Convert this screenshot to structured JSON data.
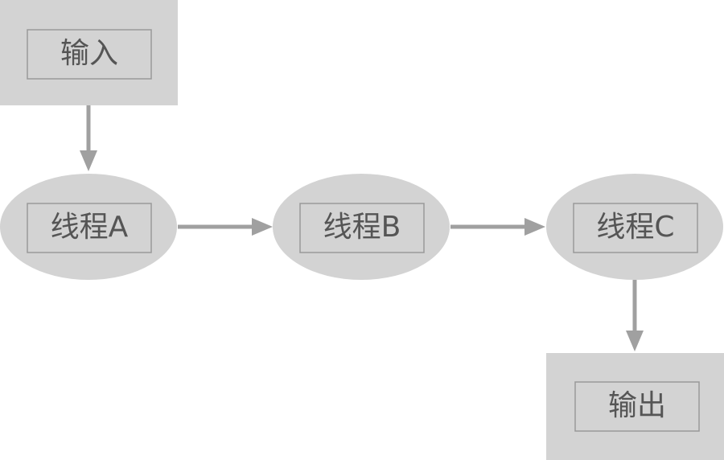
{
  "diagram": {
    "input_label": "输入",
    "thread_a_label": "线程A",
    "thread_b_label": "线程B",
    "thread_c_label": "线程C",
    "output_label": "输出"
  },
  "colors": {
    "node_fill": "#d3d3d3",
    "inner_border": "#999999",
    "arrow": "#a0a0a0",
    "text": "#555555"
  }
}
